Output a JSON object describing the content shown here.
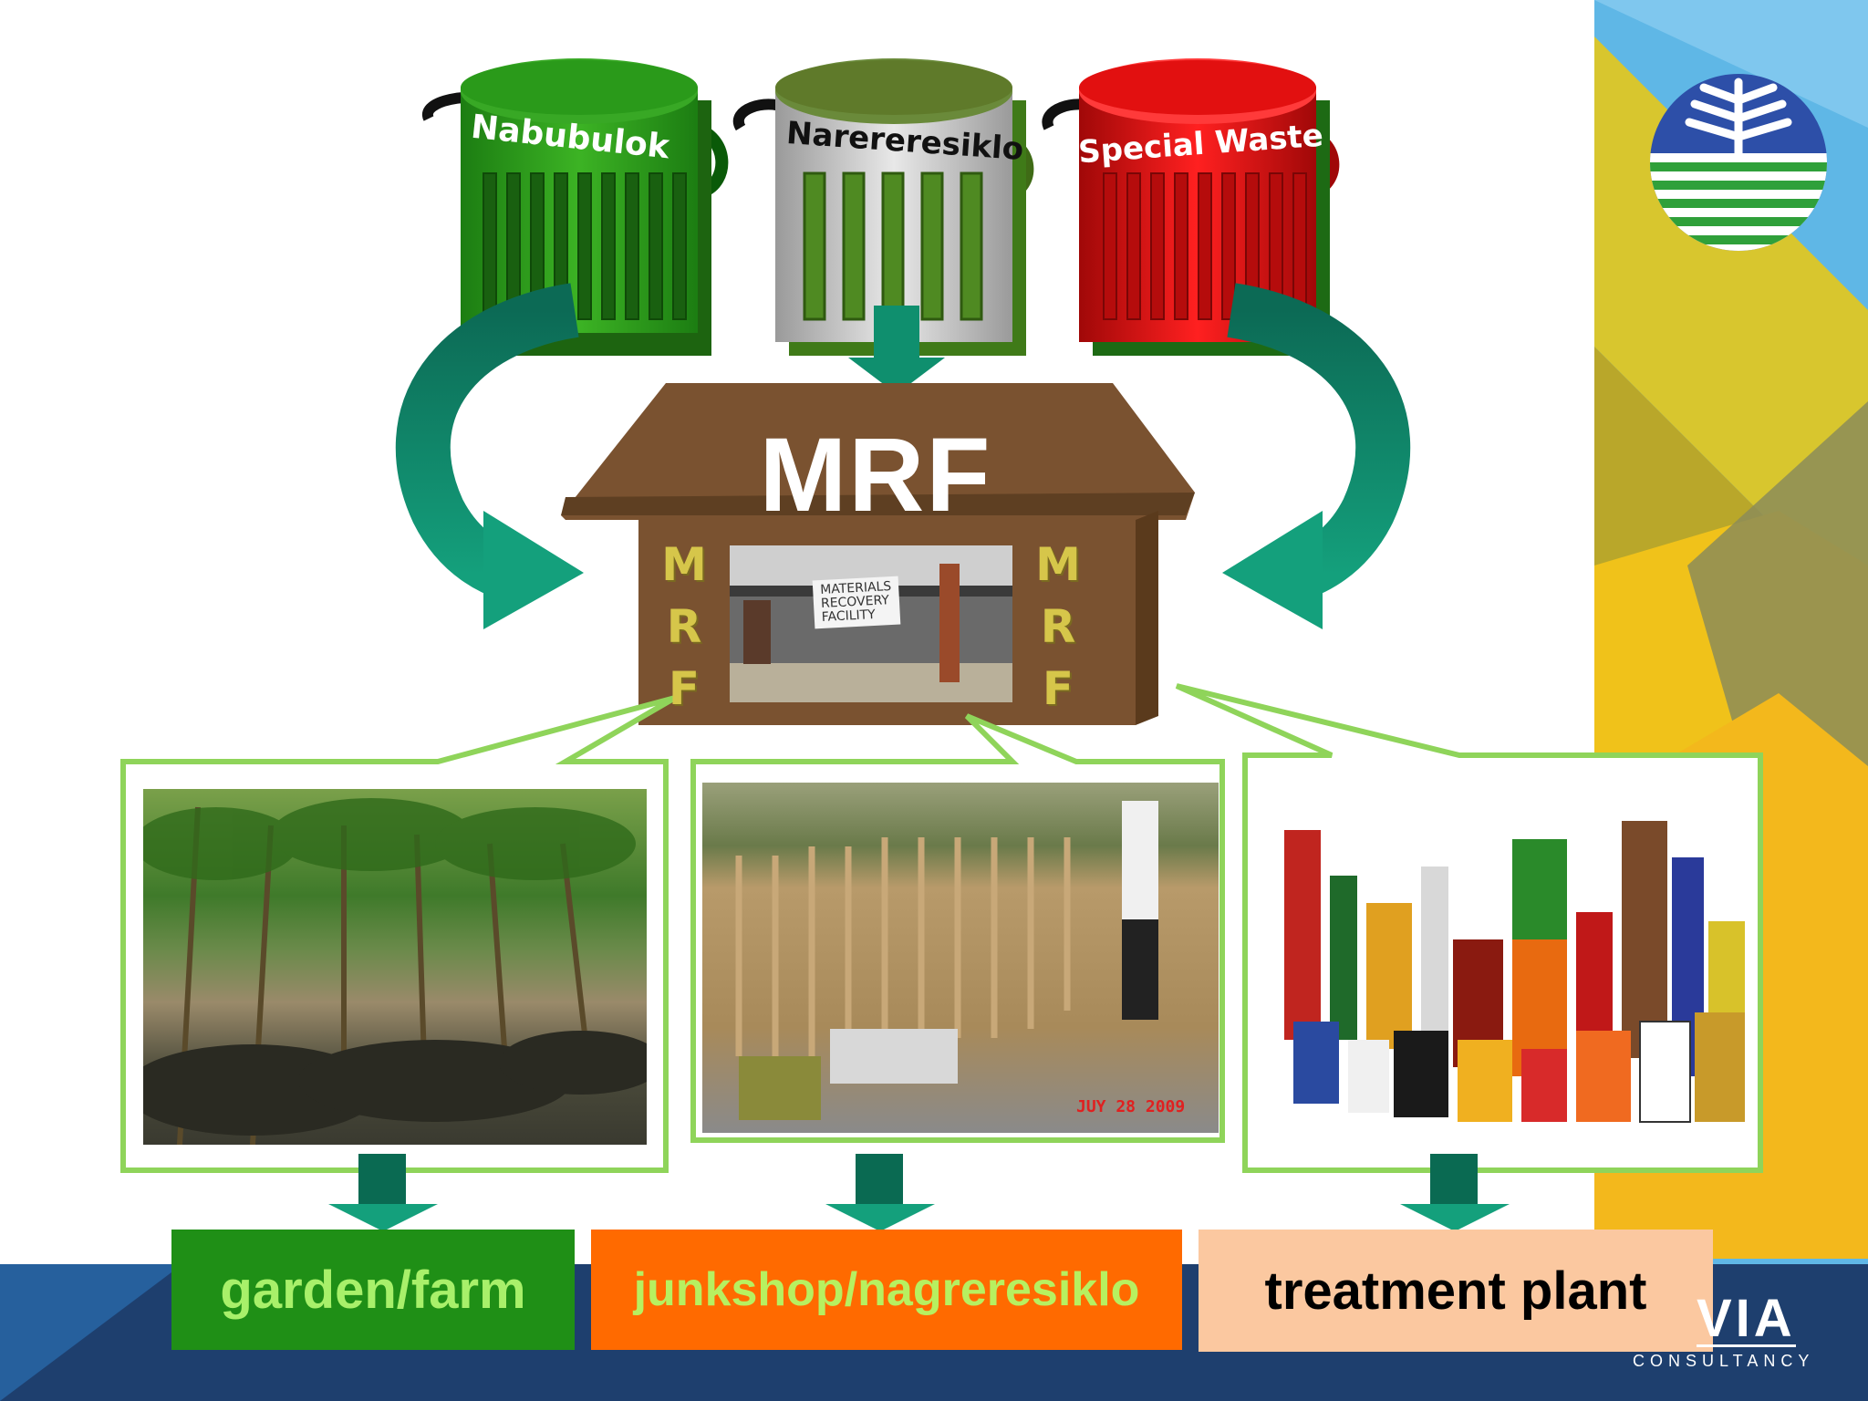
{
  "bins": [
    {
      "label": "Nabubulok",
      "color": "#2a9a1a"
    },
    {
      "label": "Narereresiklo",
      "color": "#c8c8c8"
    },
    {
      "label": "Special Waste",
      "color": "#e21010"
    }
  ],
  "facility": {
    "title": "MRF",
    "side_letters": [
      "M",
      "R",
      "F"
    ],
    "sign_lines": [
      "MATERIALS",
      "RECOVERY",
      "FACILITY"
    ]
  },
  "photos": {
    "garden": {
      "subject": "garden"
    },
    "junkshop": {
      "stamp": "JUY 28 2009"
    },
    "products": {
      "subject": "household chemicals"
    }
  },
  "destinations": [
    {
      "label": "garden/farm",
      "bg": "#1f8f16",
      "fg": "#a8f06a"
    },
    {
      "label": "junkshop/nagreresiklo",
      "bg": "#ff6a00",
      "fg": "#b7f060"
    },
    {
      "label": "treatment plant",
      "bg": "#fbc8a0",
      "fg": "#000000"
    }
  ],
  "branding": {
    "name": "VIA",
    "tagline": "CONSULTANCY"
  },
  "colors": {
    "arrow_teal": "#0f8f6e",
    "house_brown": "#7a5230",
    "callout_green": "#8fd45a",
    "footer_navy": "#1e3f6e"
  }
}
